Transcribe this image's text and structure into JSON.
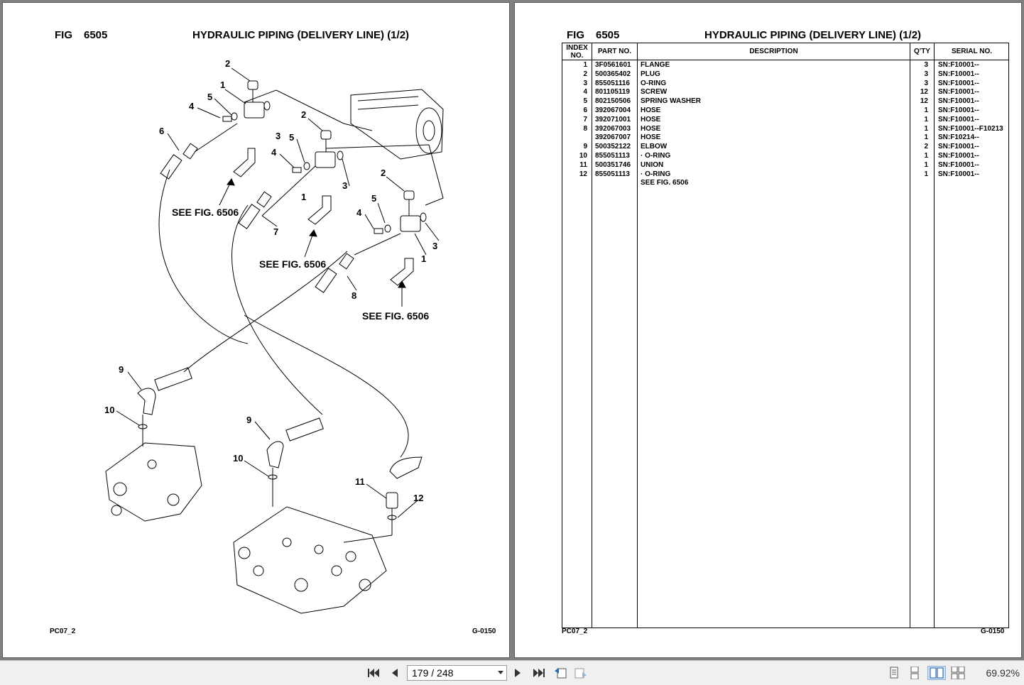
{
  "left_page": {
    "fig_label": "FIG",
    "fig_number": "6505",
    "title": "HYDRAULIC PIPING (DELIVERY LINE) (1/2)",
    "footer_left": "PC07_2",
    "footer_right": "G-0150",
    "callouts": [
      "1",
      "2",
      "3",
      "4",
      "5",
      "6",
      "7",
      "8",
      "9",
      "10",
      "11",
      "12"
    ],
    "see_fig": "SEE FIG. 6506"
  },
  "right_page": {
    "fig_label": "FIG",
    "fig_number": "6505",
    "title": "HYDRAULIC PIPING (DELIVERY LINE) (1/2)",
    "footer_left": "PC07_2",
    "footer_right": "G-0150",
    "headers": {
      "index_line1": "INDEX",
      "index_line2": "NO.",
      "part_no": "PART NO.",
      "description": "DESCRIPTION",
      "qty": "Q'TY",
      "serial": "SERIAL NO."
    },
    "rows": [
      {
        "idx": "1",
        "part": "3F0561601",
        "desc": "FLANGE",
        "qty": "3",
        "serial": "SN:F10001--"
      },
      {
        "idx": "2",
        "part": "500365402",
        "desc": "PLUG",
        "qty": "3",
        "serial": "SN:F10001--"
      },
      {
        "idx": "3",
        "part": "855051116",
        "desc": "O-RING",
        "qty": "3",
        "serial": "SN:F10001--"
      },
      {
        "idx": "4",
        "part": "801105119",
        "desc": "SCREW",
        "qty": "12",
        "serial": "SN:F10001--"
      },
      {
        "idx": "5",
        "part": "802150506",
        "desc": "SPRING WASHER",
        "qty": "12",
        "serial": "SN:F10001--"
      },
      {
        "idx": "6",
        "part": "392067004",
        "desc": "HOSE",
        "qty": "1",
        "serial": "SN:F10001--"
      },
      {
        "idx": "7",
        "part": "392071001",
        "desc": "HOSE",
        "qty": "1",
        "serial": "SN:F10001--"
      },
      {
        "idx": "8",
        "part": "392067003",
        "desc": "HOSE",
        "qty": "1",
        "serial": "SN:F10001--F10213"
      },
      {
        "idx": "",
        "part": "392067007",
        "desc": "HOSE",
        "qty": "1",
        "serial": "SN:F10214--"
      },
      {
        "idx": "9",
        "part": "500352122",
        "desc": "ELBOW",
        "qty": "2",
        "serial": "SN:F10001--"
      },
      {
        "idx": "10",
        "part": "855051113",
        "desc": "· O-RING",
        "qty": "1",
        "serial": "SN:F10001--"
      },
      {
        "idx": "11",
        "part": "500351746",
        "desc": "UNION",
        "qty": "1",
        "serial": "SN:F10001--"
      },
      {
        "idx": "12",
        "part": "855051113",
        "desc": "· O-RING",
        "qty": "1",
        "serial": "SN:F10001--"
      },
      {
        "idx": "",
        "part": "",
        "desc": "SEE FIG. 6506",
        "qty": "",
        "serial": ""
      }
    ]
  },
  "toolbar": {
    "page_indicator": "179 / 248",
    "zoom": "69.92%",
    "icons": [
      "first-page-icon",
      "prev-page-icon",
      "next-page-icon",
      "last-page-icon",
      "view-back-icon",
      "view-forward-icon",
      "single-page-icon",
      "continuous-icon",
      "facing-icon",
      "continuous-facing-icon"
    ]
  }
}
